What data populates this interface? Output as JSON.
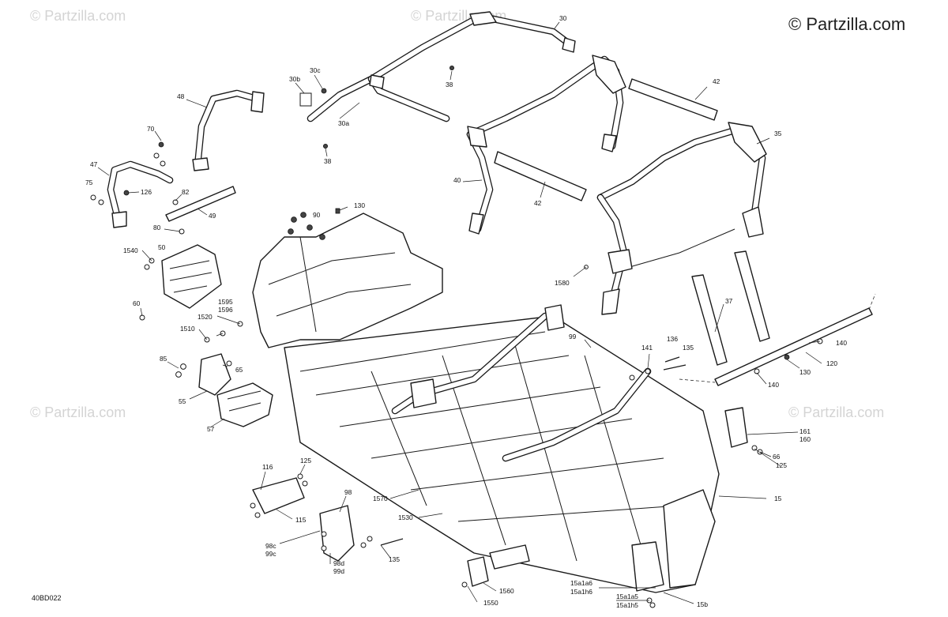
{
  "diagram": {
    "watermark": "© Partzilla.com",
    "brand": "© Partzilla.com",
    "drawing_code": "40BD022",
    "callouts": {
      "c30": "30",
      "c38a": "38",
      "c30c": "30c",
      "c30b": "30b",
      "c30a": "30a",
      "c38b": "38",
      "c48": "48",
      "c42a": "42",
      "c35": "35",
      "c70": "70",
      "c40": "40",
      "c42b": "42",
      "c47": "47",
      "c75": "75",
      "c126": "126",
      "c82": "82",
      "c49": "49",
      "c90": "90",
      "c130a": "130",
      "c80": "80",
      "c1540": "1540",
      "c50": "50",
      "c1580": "1580",
      "c37": "37",
      "c60": "60",
      "c1595": "1595",
      "c1596": "1596",
      "c1520": "1520",
      "c1510": "1510",
      "c140a": "140",
      "c99": "99",
      "c136": "136",
      "c141": "141",
      "c135a": "135",
      "c130b": "130",
      "c120": "120",
      "c85": "85",
      "c65": "65",
      "c140b": "140",
      "c55": "55",
      "c57": "57",
      "c161": "161",
      "c160": "160",
      "c66": "66",
      "c125a": "125",
      "c116": "116",
      "c125b": "125",
      "c98": "98",
      "c15": "15",
      "c1570": "1570",
      "c115": "115",
      "c1530": "1530",
      "c98c": "98c",
      "c99c": "99c",
      "c135b": "135",
      "c98d": "98d",
      "c99d": "99d",
      "c1560": "1560",
      "c15a1a6": "15a1a6",
      "c15a1h6": "15a1h6",
      "c15a1a5": "15a1a5",
      "c15a1h5": "15a1h5",
      "c15b": "15b",
      "c1550": "1550"
    }
  }
}
